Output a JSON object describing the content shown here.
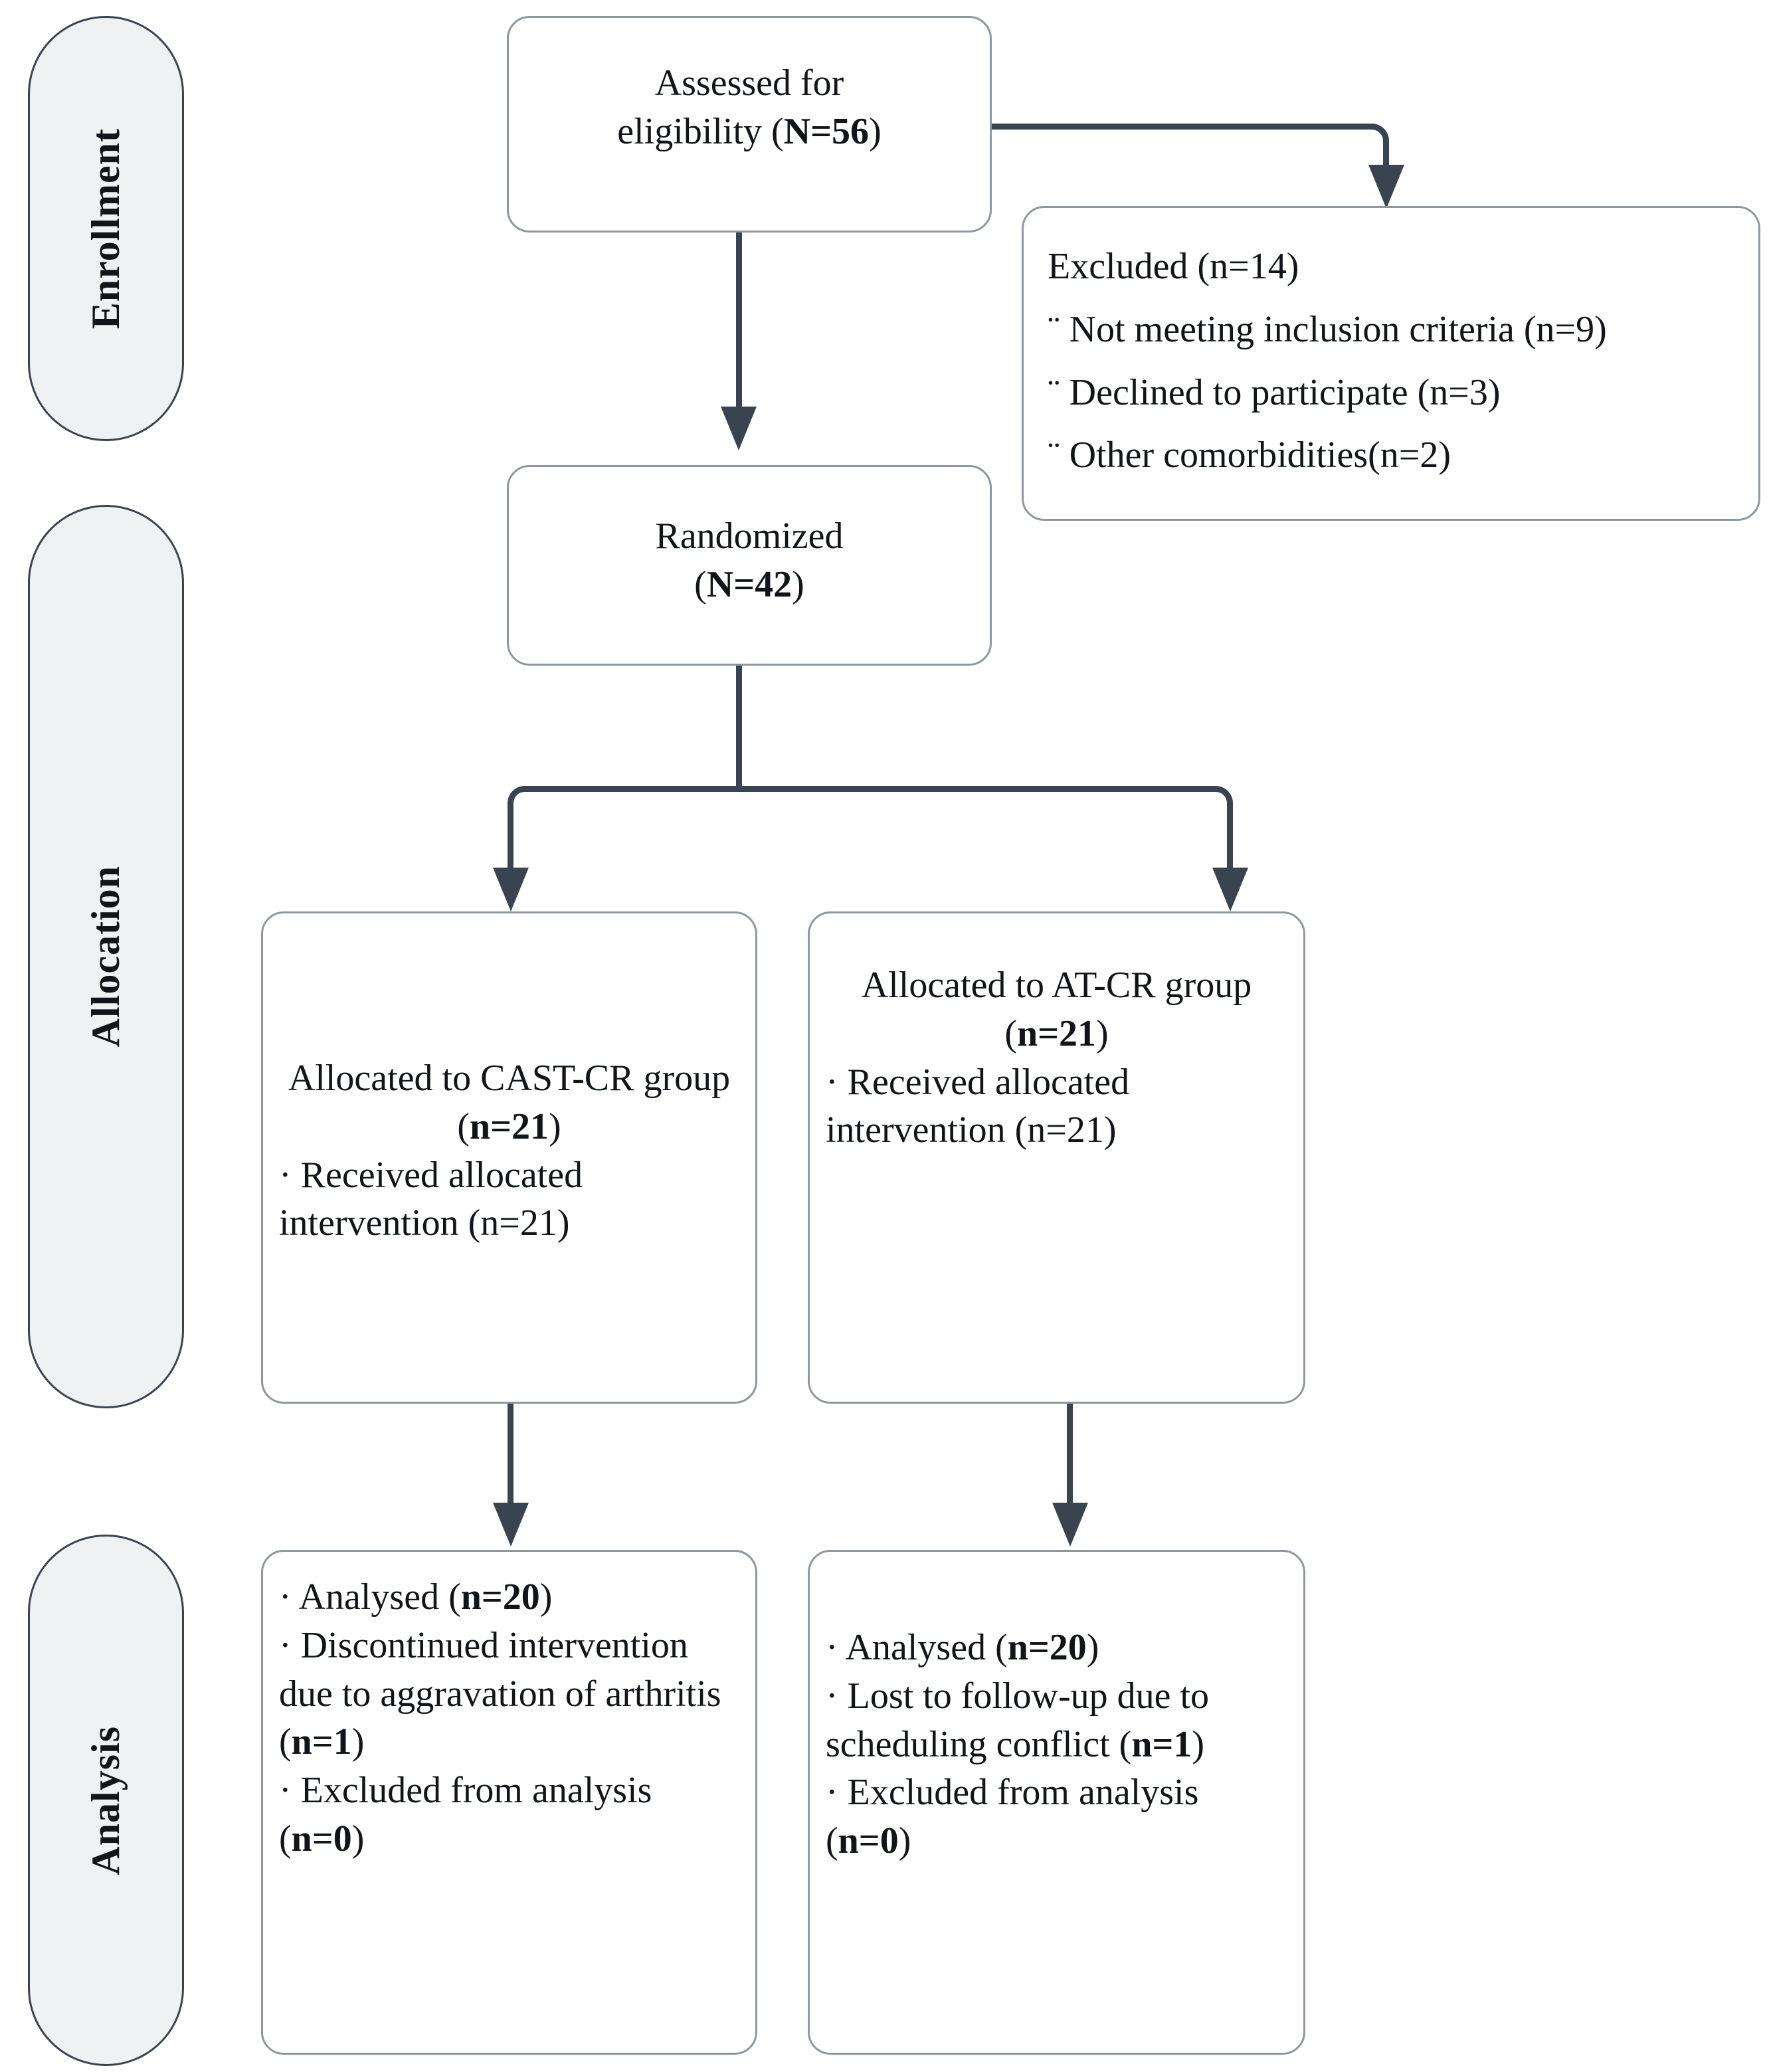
{
  "diagram": {
    "title": "CONSORT participant flow diagram",
    "colors": {
      "box_border": "#8e97a1",
      "pill_fill": "#f0f1f3",
      "pill_border": "#3a4450",
      "connector": "#3a4450",
      "text": "#111418",
      "background": "#ffffff"
    }
  },
  "stages": [
    {
      "id": "enrollment",
      "label": "Enrollment"
    },
    {
      "id": "allocation",
      "label": "Allocation"
    },
    {
      "id": "analysis",
      "label": "Analysis"
    }
  ],
  "nodes": {
    "eligibility": {
      "line1": "Assessed for",
      "line2_prefix": "eligibility (",
      "line2_bold": "N=56",
      "line2_suffix": ")"
    },
    "excluded": {
      "heading": "Excluded (n=14)",
      "bullet_mark": "¨",
      "items": [
        "Not meeting inclusion criteria (n=9)",
        "Declined to participate (n=3)",
        "Other comorbidities(n=2)"
      ]
    },
    "randomized": {
      "line1": "Randomized",
      "line2_prefix": "(",
      "line2_bold": "N=42",
      "line2_suffix": ")"
    },
    "alloc_left": {
      "heading_prefix": "Allocated to CAST-CR group (",
      "heading_bold": "n=21",
      "heading_suffix": ")",
      "bullet_mark": "·",
      "items": [
        "Received allocated intervention (n=21)"
      ]
    },
    "alloc_right": {
      "heading_prefix": "Allocated to AT-CR group (",
      "heading_bold": "n=21",
      "heading_suffix": ")",
      "bullet_mark": "·",
      "items": [
        "Received allocated intervention (n=21)"
      ]
    },
    "analysis_left": {
      "bullet_mark": "·",
      "item1_prefix": "Analysed (",
      "item1_bold": "n=20",
      "item1_suffix": ")",
      "item2_prefix": "Discontinued intervention due to aggravation of arthritis (",
      "item2_bold": "n=1",
      "item2_suffix": ")",
      "item3_prefix": "Excluded from analysis (",
      "item3_bold": "n=0",
      "item3_suffix": ")"
    },
    "analysis_right": {
      "bullet_mark": "·",
      "item1_prefix": "Analysed (",
      "item1_bold": "n=20",
      "item1_suffix": ")",
      "item2_prefix": "Lost to follow-up due to scheduling conflict (",
      "item2_bold": "n=1",
      "item2_suffix": ")",
      "item3_prefix": "Excluded from analysis (",
      "item3_bold": "n=0",
      "item3_suffix": ")"
    }
  }
}
